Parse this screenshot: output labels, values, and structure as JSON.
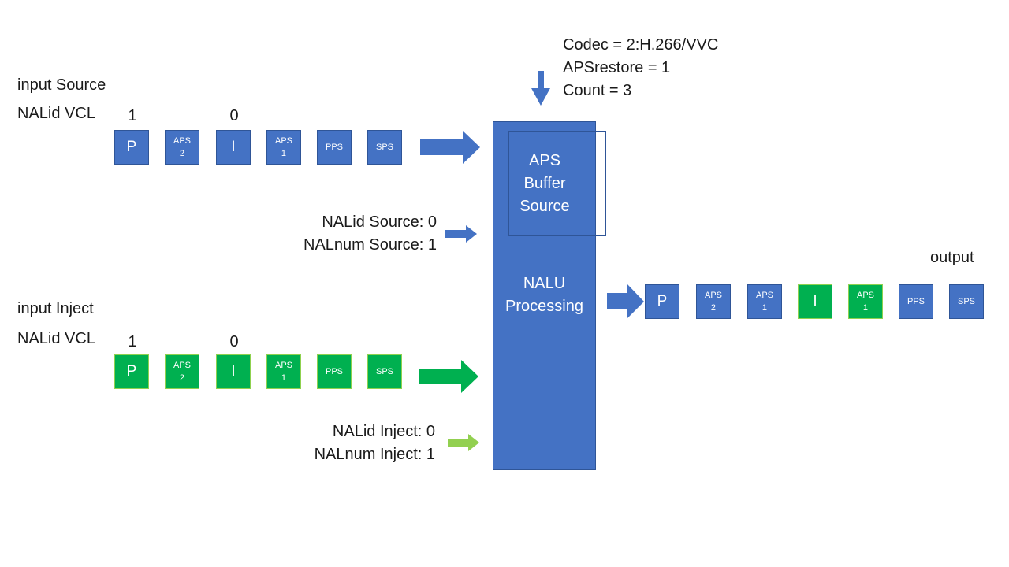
{
  "config": {
    "codec": "Codec = 2:H.266/VVC",
    "aps_restore": "APSrestore = 1",
    "count": "Count = 3"
  },
  "source": {
    "title": "input Source",
    "nalid_label": "NALid VCL",
    "ids": [
      "1",
      "0"
    ],
    "units": [
      {
        "top": "P",
        "bottom": ""
      },
      {
        "top": "APS",
        "bottom": "2"
      },
      {
        "top": "I",
        "bottom": ""
      },
      {
        "top": "APS",
        "bottom": "1"
      },
      {
        "top": "PPS",
        "bottom": ""
      },
      {
        "top": "SPS",
        "bottom": ""
      }
    ],
    "nalid_setting": "NALid Source: 0",
    "nalnum_setting": "NALnum Source: 1"
  },
  "inject": {
    "title": "input Inject",
    "nalid_label": "NALid VCL",
    "ids": [
      "1",
      "0"
    ],
    "units": [
      {
        "top": "P",
        "bottom": ""
      },
      {
        "top": "APS",
        "bottom": "2"
      },
      {
        "top": "I",
        "bottom": ""
      },
      {
        "top": "APS",
        "bottom": "1"
      },
      {
        "top": "PPS",
        "bottom": ""
      },
      {
        "top": "SPS",
        "bottom": ""
      }
    ],
    "nalid_setting": "NALid Inject: 0",
    "nalnum_setting": "NALnum Inject: 1"
  },
  "processor": {
    "buffer_lines": [
      "APS",
      "Buffer",
      "Source"
    ],
    "processing_lines": [
      "NALU",
      "Processing"
    ]
  },
  "output": {
    "title": "output",
    "units": [
      {
        "top": "P",
        "bottom": "",
        "color": "blue"
      },
      {
        "top": "APS",
        "bottom": "2",
        "color": "blue"
      },
      {
        "top": "APS",
        "bottom": "1",
        "color": "blue"
      },
      {
        "top": "I",
        "bottom": "",
        "color": "green"
      },
      {
        "top": "APS",
        "bottom": "1",
        "color": "green"
      },
      {
        "top": "PPS",
        "bottom": "",
        "color": "blue"
      },
      {
        "top": "SPS",
        "bottom": "",
        "color": "blue"
      }
    ]
  },
  "colors": {
    "source_blue": "#4472C4",
    "inject_green": "#00B050",
    "inject_arrow_light_green": "#92D050"
  }
}
